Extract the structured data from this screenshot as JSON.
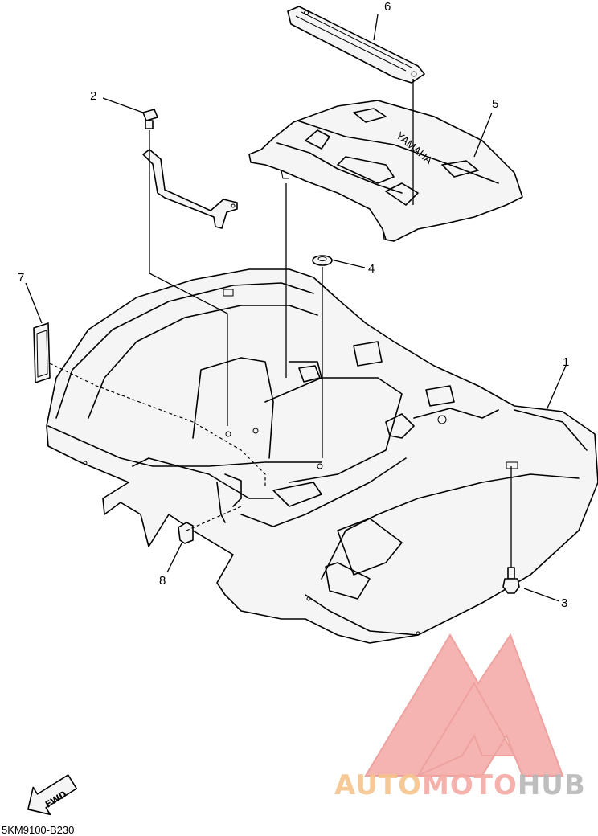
{
  "callouts": [
    {
      "id": "1",
      "label": "1"
    },
    {
      "id": "2",
      "label": "2"
    },
    {
      "id": "3",
      "label": "3"
    },
    {
      "id": "4",
      "label": "4"
    },
    {
      "id": "5",
      "label": "5"
    },
    {
      "id": "6",
      "label": "6"
    },
    {
      "id": "7",
      "label": "7"
    },
    {
      "id": "8",
      "label": "8"
    }
  ],
  "fwd_label": "FWD",
  "part_code": "5KM9100-B230",
  "watermark": {
    "word_1": "AUTO",
    "word_2": "MOTO",
    "word_3": "HUB",
    "colors": {
      "auto": "#f6c48c",
      "moto": "#f4a9a3",
      "hub": "#b8b8b8",
      "logo": "#f29b97"
    }
  }
}
